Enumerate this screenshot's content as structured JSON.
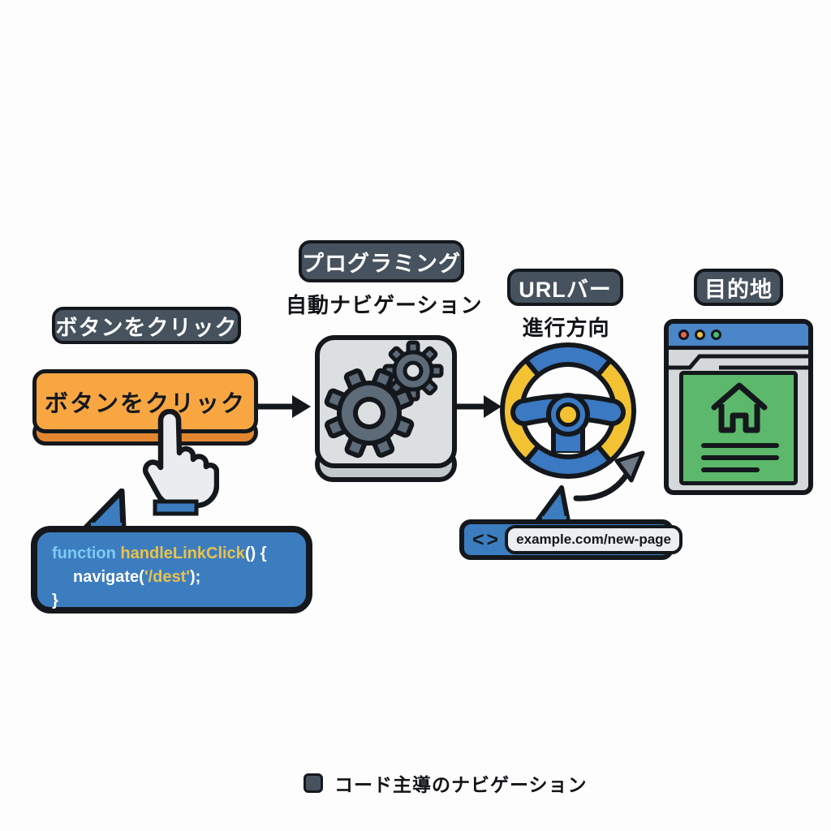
{
  "step1": {
    "badge": "ボタンをクリック",
    "button_label": "ボタンをクリック"
  },
  "step2": {
    "badge": "プログラミング",
    "label": "自動ナビゲーション"
  },
  "step3": {
    "badge": "URLバー",
    "label": "進行方向"
  },
  "step4": {
    "badge": "目的地"
  },
  "code_bubble": {
    "keyword": "function",
    "function_name": " handleLinkClick",
    "line1_tail": "() {",
    "indent_call": "navigate(",
    "string_arg": "'/dest'",
    "call_tail": ");",
    "closing_brace": "}"
  },
  "url_bubble": {
    "brackets": "< >",
    "url": "example.com/new-page"
  },
  "legend": {
    "label": "コード主導のナビゲーション"
  },
  "colors": {
    "badge_bg": "#46525e",
    "button_orange": "#f7a642",
    "button_orange_dark": "#e2872f",
    "primary_blue": "#3c7dc0",
    "code_keyword_blue": "#7ccaf4",
    "code_yellow": "#e9c24a",
    "gear_gray": "#5d6b79",
    "wheel_yellow": "#f2c233",
    "browser_green": "#5cb96b",
    "dot_red": "#e8654a",
    "dot_yellow": "#eec23e",
    "dot_green": "#4fba6f"
  }
}
